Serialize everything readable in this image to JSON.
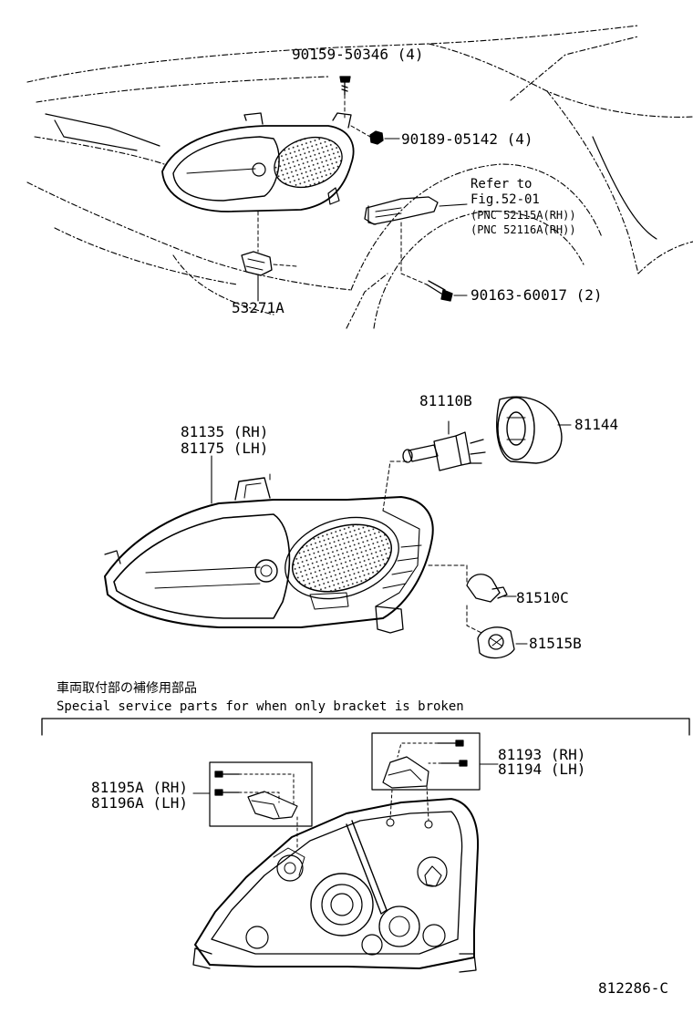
{
  "parts": {
    "screw_top": "90159-50346 (4)",
    "nut": "90189-05142 (4)",
    "refer_line1": "Refer to",
    "refer_line2": "Fig.52-01",
    "pnc_rh": "(PNC 52115A(RH))",
    "pnc_lh": "(PNC 52116A(RH))",
    "bolt": "90163-60017 (2)",
    "bulb_socket_top": "53271A",
    "bulb_h": "81110B",
    "cover": "81144",
    "lamp_rh": "81135 (RH)",
    "lamp_lh": "81175 (LH)",
    "bulb_small": "81510C",
    "socket_small": "81515B",
    "bracket_a_rh": "81195A (RH)",
    "bracket_a_lh": "81196A (LH)",
    "bracket_b_rh": "81193 (RH)",
    "bracket_b_lh": "81194 (LH)"
  },
  "notes": {
    "jp": "車両取付部の補修用部品",
    "en": "Special  service  parts  for  when  only  bracket  is  broken"
  },
  "figure_id": "812286-C"
}
